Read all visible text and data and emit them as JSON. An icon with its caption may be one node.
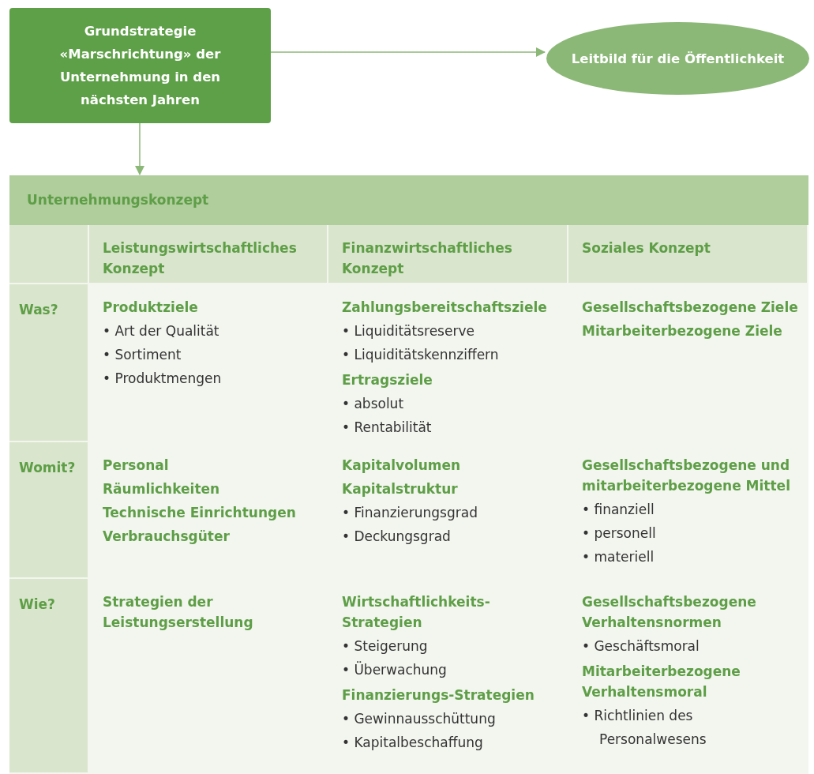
{
  "diagram": {
    "nodes": [
      {
        "text": [
          "Grundstrategie «Marschrichtung» der Unternehmung in den nächsten Jahren"
        ]
      },
      {
        "text": [
          "Leitbild für die Öffentlichkeit"
        ]
      },
      {
        "text": [
          "Unternehmungskonzept"
        ]
      }
    ],
    "edges": [
      {
        "from": 0,
        "to": 1,
        "arrow": "to"
      },
      {
        "from": 0,
        "to": 2,
        "arrow": "to"
      }
    ],
    "labels": [
      "Leistungswirtschaftliches Konzept",
      "Finanzwirtschaftliches Konzept",
      "Soziales Konzept",
      "Was?",
      "Produktziele",
      "• Art der Qualität",
      "• Sortiment",
      "• Produktmengen",
      "Zahlungsbereitschaftsziele",
      "• Liquiditätsreserve",
      "• Liquiditätskennziffern",
      "Ertragsziele",
      "• absolut",
      "• Rentabilität",
      "Gesellschaftsbezogene Ziele",
      "Mitarbeiterbezogene Ziele",
      "Womit?",
      "Personal",
      "Räumlichkeiten",
      "Technische Einrichtungen",
      "Verbrauchsgüter",
      "Kapitalvolumen",
      "Kapitalstruktur",
      "• Finanzierungsgrad",
      "• Deckungsgrad",
      "Gesellschaftsbezogene und mitarbeiterbezogene Mittel",
      "• finanziell",
      "• personell",
      "• materiell",
      "Wie?",
      "Strategien der Leistungserstellung",
      "Wirtschaftlichkeits-Strategien",
      "• Steigerung",
      "• Überwachung",
      "Finanzierungs-Strategien",
      "• Gewinnausschüttung",
      "• Kapitalbeschaffung",
      "Gesellschaftsbezogene Verhaltensnormen",
      "• Geschäftsmoral",
      "Mitarbeiterbezogene Verhaltensmoral",
      "• Richtlinien des Personalwesens"
    ]
  }
}
